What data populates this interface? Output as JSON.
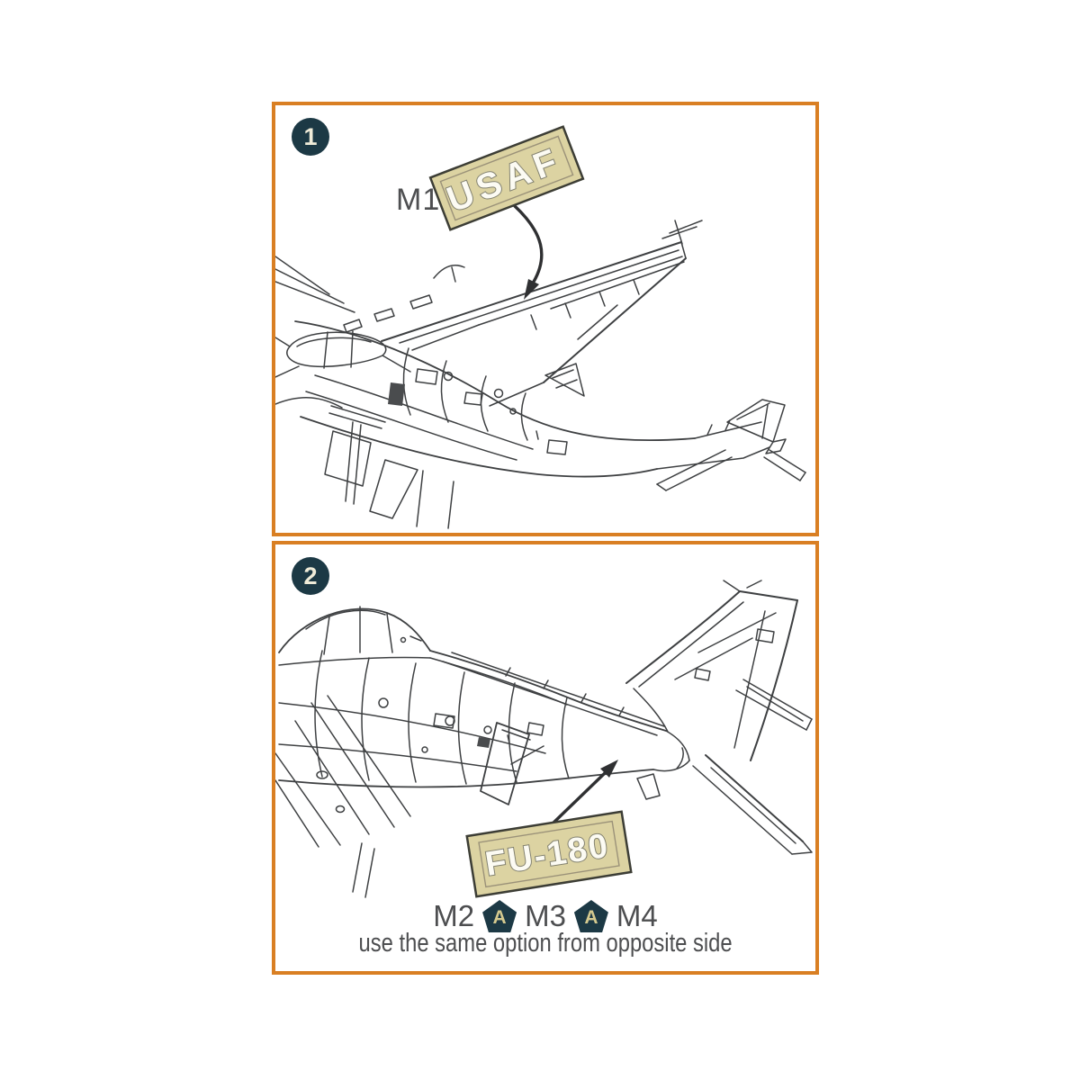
{
  "colors": {
    "panel_border": "#D97F23",
    "step_badge_bg": "#1C3945",
    "step_badge_text": "#EFEBD8",
    "decal_fill": "#DCD3A2",
    "decal_outline": "#3C3D35",
    "decal_letters": "#FCFBF3",
    "line_art": "#3E4042",
    "label_text": "#4D4E50",
    "option_badge_bg": "#1C3945",
    "option_badge_letter": "#D5CA8F"
  },
  "panel1": {
    "step_number": "1",
    "part_label": "M1",
    "decal_text": "USAF"
  },
  "panel2": {
    "step_number": "2",
    "decal_text": "FU-180",
    "options": {
      "m2": "M2",
      "badge1": "A",
      "m3": "M3",
      "badge2": "A",
      "m4": "M4"
    },
    "note": "use the same option from opposite side"
  }
}
